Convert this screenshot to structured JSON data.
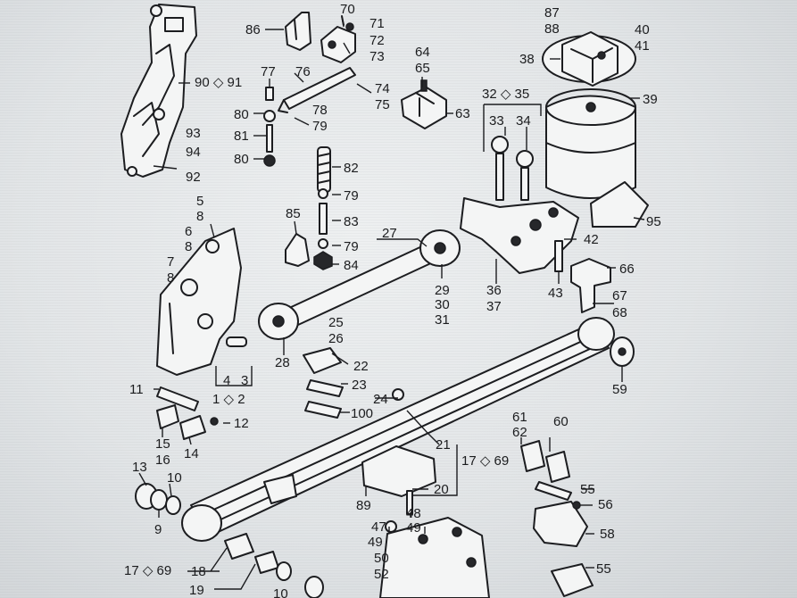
{
  "diagram": {
    "labels": [
      {
        "id": "86",
        "text": "86"
      },
      {
        "id": "70",
        "text": "70"
      },
      {
        "id": "71",
        "text": "71"
      },
      {
        "id": "72",
        "text": "72"
      },
      {
        "id": "73",
        "text": "73"
      },
      {
        "id": "87",
        "text": "87"
      },
      {
        "id": "88",
        "text": "88"
      },
      {
        "id": "40",
        "text": "40"
      },
      {
        "id": "41",
        "text": "41"
      },
      {
        "id": "38",
        "text": "38"
      },
      {
        "id": "90_91",
        "text": "90 ◇ 91"
      },
      {
        "id": "77",
        "text": "77"
      },
      {
        "id": "76",
        "text": "76"
      },
      {
        "id": "64",
        "text": "64"
      },
      {
        "id": "65",
        "text": "65"
      },
      {
        "id": "74",
        "text": "74"
      },
      {
        "id": "75",
        "text": "75"
      },
      {
        "id": "32_35",
        "text": "32 ◇ 35"
      },
      {
        "id": "39",
        "text": "39"
      },
      {
        "id": "80a",
        "text": "80"
      },
      {
        "id": "78",
        "text": "78"
      },
      {
        "id": "79a",
        "text": "79"
      },
      {
        "id": "63",
        "text": "63"
      },
      {
        "id": "33",
        "text": "33"
      },
      {
        "id": "34",
        "text": "34"
      },
      {
        "id": "93",
        "text": "93"
      },
      {
        "id": "94",
        "text": "94"
      },
      {
        "id": "81",
        "text": "81"
      },
      {
        "id": "80b",
        "text": "80"
      },
      {
        "id": "82",
        "text": "82"
      },
      {
        "id": "92",
        "text": "92"
      },
      {
        "id": "5",
        "text": "5"
      },
      {
        "id": "8a",
        "text": "8"
      },
      {
        "id": "79b",
        "text": "79"
      },
      {
        "id": "95",
        "text": "95"
      },
      {
        "id": "85",
        "text": "85"
      },
      {
        "id": "83",
        "text": "83"
      },
      {
        "id": "6",
        "text": "6"
      },
      {
        "id": "8b",
        "text": "8"
      },
      {
        "id": "27",
        "text": "27"
      },
      {
        "id": "79c",
        "text": "79"
      },
      {
        "id": "42",
        "text": "42"
      },
      {
        "id": "84",
        "text": "84"
      },
      {
        "id": "7",
        "text": "7"
      },
      {
        "id": "8c",
        "text": "8"
      },
      {
        "id": "66",
        "text": "66"
      },
      {
        "id": "29",
        "text": "29"
      },
      {
        "id": "36",
        "text": "36"
      },
      {
        "id": "43",
        "text": "43"
      },
      {
        "id": "67",
        "text": "67"
      },
      {
        "id": "30",
        "text": "30"
      },
      {
        "id": "37",
        "text": "37"
      },
      {
        "id": "68",
        "text": "68"
      },
      {
        "id": "31",
        "text": "31"
      },
      {
        "id": "25",
        "text": "25"
      },
      {
        "id": "26",
        "text": "26"
      },
      {
        "id": "28",
        "text": "28"
      },
      {
        "id": "22",
        "text": "22"
      },
      {
        "id": "59",
        "text": "59"
      },
      {
        "id": "4",
        "text": "4"
      },
      {
        "id": "3",
        "text": "3"
      },
      {
        "id": "23",
        "text": "23"
      },
      {
        "id": "11",
        "text": "11"
      },
      {
        "id": "1_2",
        "text": "1 ◇ 2"
      },
      {
        "id": "24",
        "text": "24"
      },
      {
        "id": "100",
        "text": "100"
      },
      {
        "id": "12",
        "text": "12"
      },
      {
        "id": "61",
        "text": "61"
      },
      {
        "id": "60",
        "text": "60"
      },
      {
        "id": "62",
        "text": "62"
      },
      {
        "id": "15",
        "text": "15"
      },
      {
        "id": "21",
        "text": "21"
      },
      {
        "id": "16",
        "text": "16"
      },
      {
        "id": "14",
        "text": "14"
      },
      {
        "id": "17_69a",
        "text": "17 ◇ 69"
      },
      {
        "id": "13",
        "text": "13"
      },
      {
        "id": "10",
        "text": "10"
      },
      {
        "id": "20",
        "text": "20"
      },
      {
        "id": "55a",
        "text": "55"
      },
      {
        "id": "89",
        "text": "89"
      },
      {
        "id": "56",
        "text": "56"
      },
      {
        "id": "48",
        "text": "48"
      },
      {
        "id": "9",
        "text": "9"
      },
      {
        "id": "47",
        "text": "47"
      },
      {
        "id": "49a",
        "text": "49"
      },
      {
        "id": "58",
        "text": "58"
      },
      {
        "id": "49b",
        "text": "49"
      },
      {
        "id": "50",
        "text": "50"
      },
      {
        "id": "17_69b",
        "text": "17 ◇ 69"
      },
      {
        "id": "18",
        "text": "18"
      },
      {
        "id": "52",
        "text": "52"
      },
      {
        "id": "55b",
        "text": "55"
      },
      {
        "id": "19",
        "text": "19"
      },
      {
        "id": "10b",
        "text": "10"
      }
    ]
  }
}
